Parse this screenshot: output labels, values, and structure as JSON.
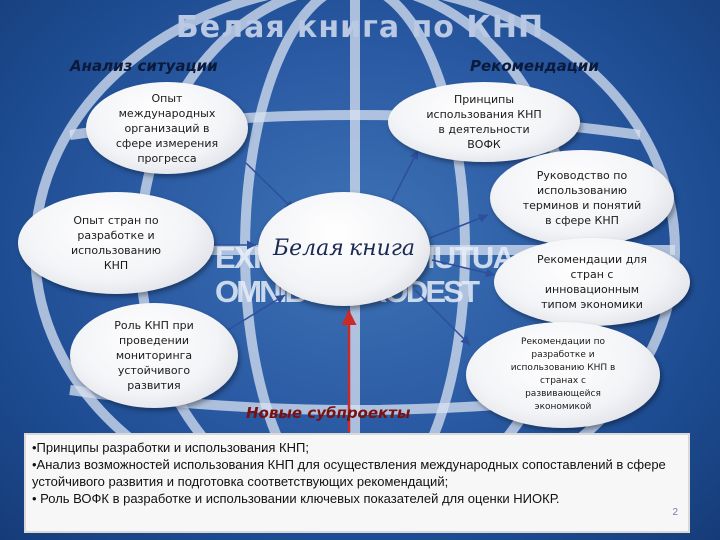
{
  "slide": {
    "title": "Белая книга по КНП",
    "left_column_label": "Анализ ситуации",
    "right_column_label": "Рекомендации",
    "center_label": [
      "Белая",
      "книга"
    ],
    "subprojects_label": "Новые субпроекты",
    "background_text": [
      "EXPERIENTIA MUTUA",
      "OMNIBUS PRODEST"
    ],
    "colors": {
      "background": "#2a5aa3",
      "title": "#b9c9e3",
      "subprojects": "#7a1010",
      "arrow_blue": "#2d4f9c",
      "arrow_red": "#cc2a2a"
    }
  },
  "bubbles": {
    "international_experience": [
      "Опыт",
      "международных",
      "организаций в",
      "сфере измерения",
      "прогресса"
    ],
    "country_experience": [
      "Опыт стран по",
      "разработке и",
      "использованию",
      "КНП"
    ],
    "role_monitoring": [
      "Роль КНП при",
      "проведении",
      "мониторинга",
      "устойчивого",
      "развития"
    ],
    "principles_vofk": [
      "Принципы",
      "использования КНП",
      "в деятельности",
      "ВОФК"
    ],
    "terms_guide": [
      "Руководство по",
      "использованию",
      "терминов и понятий",
      "в сфере КНП"
    ],
    "innovation_countries": [
      "Рекомендации для",
      "стран с",
      "инновационным",
      "типом экономики"
    ],
    "developing_countries": [
      "Рекомендации по",
      "разработке и",
      "использованию КНП в",
      "странах с",
      "развивающейся",
      "экономикой"
    ]
  },
  "bottom_box": {
    "lines": [
      "•Принципы разработки и использования КНП;",
      "•Анализ возможностей использования КНП для осуществления международных сопоставлений в сфере устойчивого развития и подготовка соответствующих рекомендаций;",
      "• Роль ВОФК в разработке и использовании ключевых показателей для оценки НИОКР."
    ],
    "page_number": "2"
  }
}
